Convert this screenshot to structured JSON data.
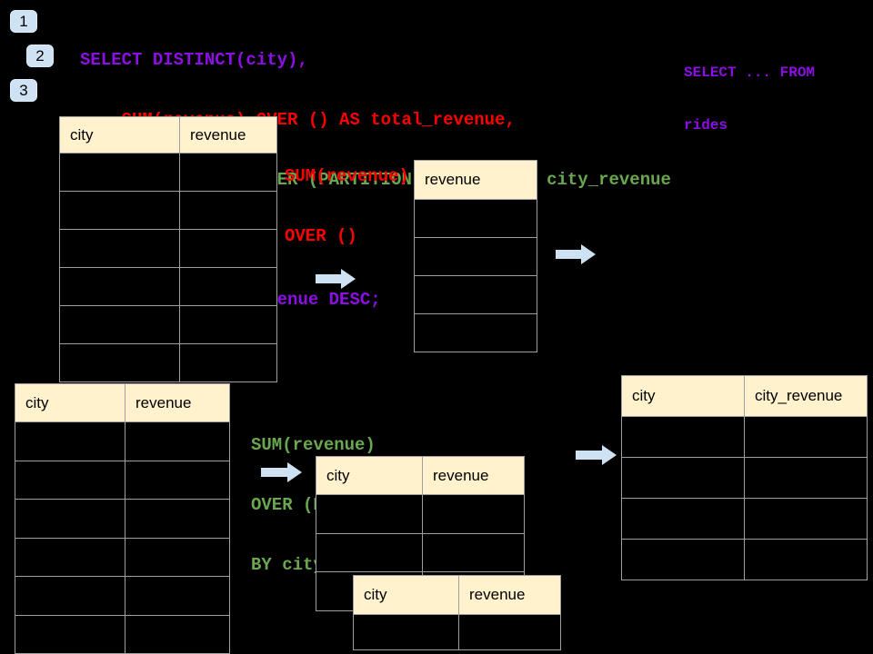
{
  "slide": {
    "background": "#000000",
    "step_badges": [
      "1",
      "2",
      "3"
    ],
    "sql_code": {
      "lines": [
        {
          "text": "SELECT DISTINCT(city),",
          "color": "purple"
        },
        {
          "text": "    SUM(revenue) OVER () AS total_revenue,",
          "color": "red"
        },
        {
          "text": "    SUM(revenue) OVER (PARTITION BY city) as city_revenue",
          "color": "green"
        },
        {
          "text": "  FROM rides",
          "color": "purple"
        },
        {
          "text": "  ORDER by city_revenue DESC;",
          "color": "purple"
        }
      ]
    },
    "side_note": {
      "color": "purple",
      "lines": [
        "SELECT ... FROM",
        "rides"
      ]
    },
    "annotations": {
      "total_window": {
        "color": "red",
        "lines": [
          "SUM(revenue)",
          "OVER ()"
        ]
      },
      "partition_window": {
        "color": "green",
        "lines": [
          "SUM(revenue)",
          "OVER (PARTITION",
          "BY city)"
        ]
      }
    },
    "tables": {
      "rides_top": {
        "columns": [
          "city",
          "revenue"
        ],
        "rows": 6
      },
      "total_revenue_result": {
        "columns": [
          "revenue"
        ],
        "rows": 4
      },
      "rides_bottom": {
        "columns": [
          "city",
          "revenue"
        ],
        "rows": 6
      },
      "partition_intermediate": {
        "columns": [
          "city",
          "revenue"
        ],
        "rows": 3
      },
      "partition_overlay": {
        "columns": [
          "city",
          "revenue"
        ],
        "rows": 1
      },
      "city_revenue_result": {
        "columns": [
          "city",
          "city_revenue"
        ],
        "rows": 4
      }
    },
    "icons": {
      "flow_arrow": "right-arrow"
    },
    "colors": {
      "code_purple": "#8E0EE6",
      "code_red": "#FF0000",
      "code_green": "#6AA84F",
      "table_header_fill": "#FFF2CC",
      "table_border": "#9F9F9F",
      "arrow_fill": "#CFE2F3",
      "badge_fill": "#CFE2F3"
    }
  }
}
